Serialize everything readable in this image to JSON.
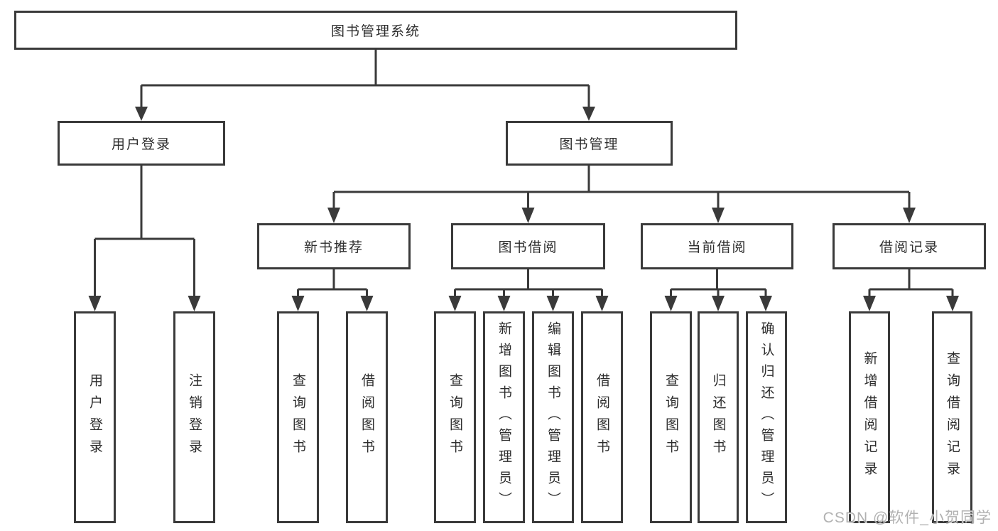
{
  "tree": {
    "root": "图书管理系统",
    "children": [
      {
        "label": "用户登录",
        "children": [
          "用户登录",
          "注销登录"
        ]
      },
      {
        "label": "图书管理",
        "children": [
          {
            "label": "新书推荐",
            "children": [
              "查询图书",
              "借阅图书"
            ]
          },
          {
            "label": "图书借阅",
            "children": [
              "查询图书",
              "新增图书（管理员）",
              "编辑图书（管理员）",
              "借阅图书"
            ]
          },
          {
            "label": "当前借阅",
            "children": [
              "查询图书",
              "归还图书",
              "确认归还（管理员）"
            ]
          },
          {
            "label": "借阅记录",
            "children": [
              "新增借阅记录",
              "查询借阅记录"
            ]
          }
        ]
      }
    ]
  },
  "watermark": "CSDN @软件_小贺同学",
  "colors": {
    "line": "#3a3a3a",
    "box_border": "#3a3a3a",
    "box_fill": "#ffffff",
    "text": "#2d2d2d",
    "watermark": "#ababab",
    "background": "#ffffff"
  }
}
